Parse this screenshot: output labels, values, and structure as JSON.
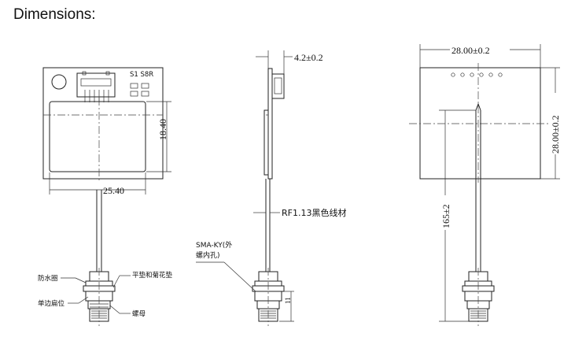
{
  "title": "Dimensions:",
  "front_view": {
    "width_label": "25.40",
    "height_label": "18.40",
    "pcb_text": "S1 S8R",
    "callouts": {
      "waterproof_ring": "防水圈",
      "washer": "平垫和菊花垫",
      "flat_side": "单边扁位",
      "nut": "螺母"
    }
  },
  "side_view": {
    "thickness_label": "4.2±0.2",
    "cable_label": "RF1.13黑色线材",
    "connector_line1": "SMA-KY(外",
    "connector_line2": "螺内孔)",
    "connector_dim": "11"
  },
  "back_view": {
    "width_label": "28.00±0.2",
    "height_label": "28.00±0.2",
    "cable_length_label": "165±2"
  }
}
